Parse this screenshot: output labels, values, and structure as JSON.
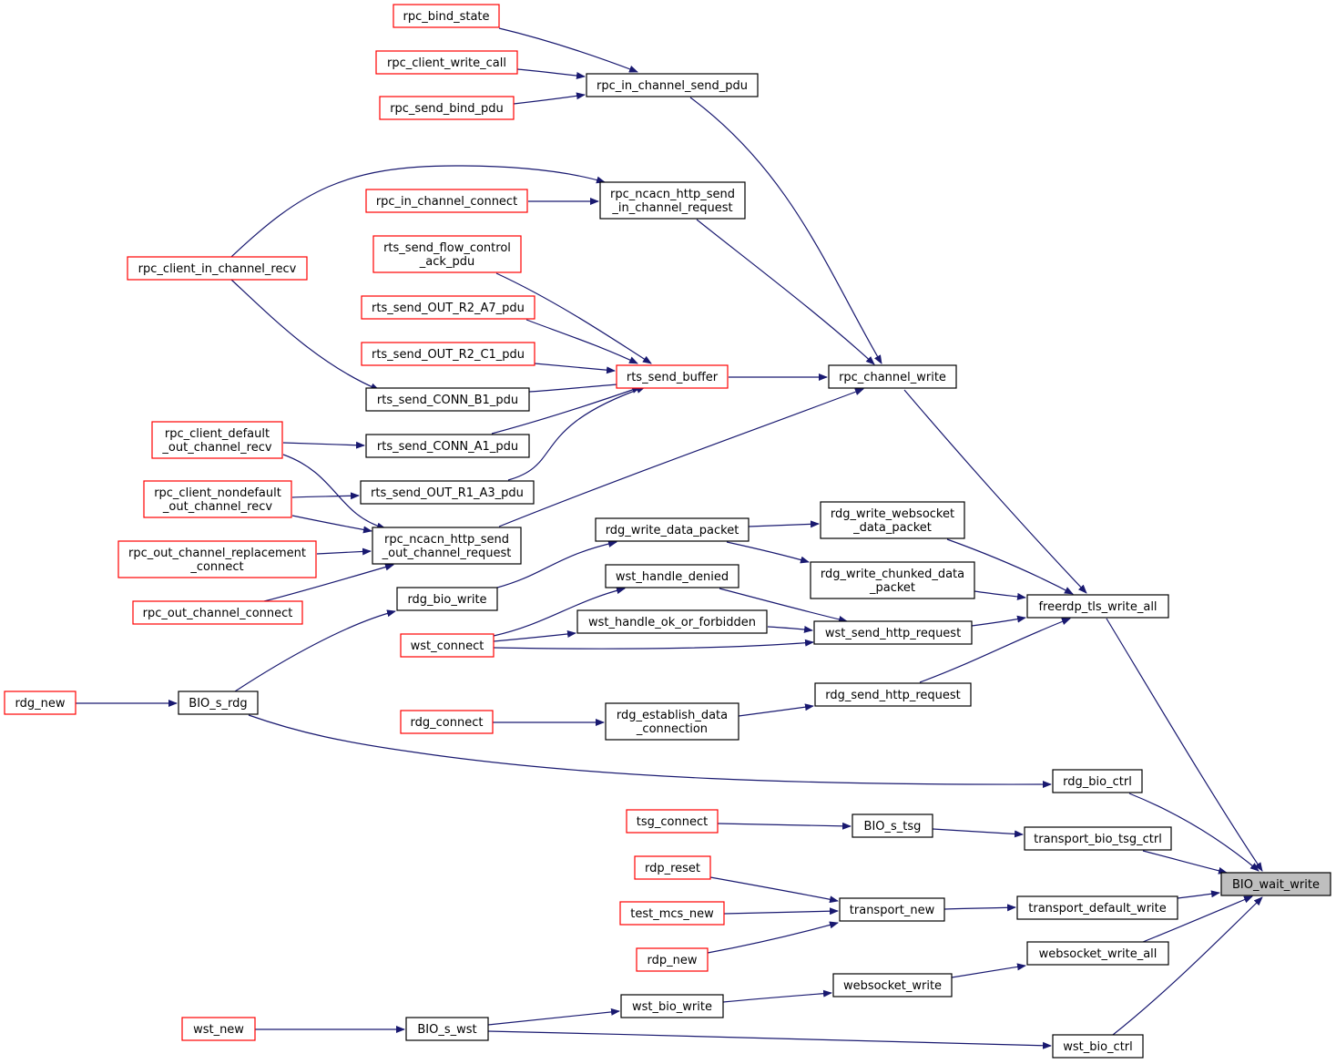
{
  "colors": {
    "edge": "#191970",
    "border_normal": "#000000",
    "border_truncated": "#ff0000",
    "highlight_fill": "#bfbfbf",
    "node_fill": "#ffffff"
  },
  "nodes": [
    {
      "id": "rpc_bind_state",
      "lines": [
        "rpc_bind_state"
      ],
      "style": "truncated"
    },
    {
      "id": "rpc_client_write_call",
      "lines": [
        "rpc_client_write_call"
      ],
      "style": "truncated"
    },
    {
      "id": "rpc_send_bind_pdu",
      "lines": [
        "rpc_send_bind_pdu"
      ],
      "style": "truncated"
    },
    {
      "id": "rpc_in_channel_send_pdu",
      "lines": [
        "rpc_in_channel_send_pdu"
      ],
      "style": "normal"
    },
    {
      "id": "rpc_in_channel_connect",
      "lines": [
        "rpc_in_channel_connect"
      ],
      "style": "truncated"
    },
    {
      "id": "rpc_ncacn_http_send_in_channel_request",
      "lines": [
        "rpc_ncacn_http_send",
        "_in_channel_request"
      ],
      "style": "normal"
    },
    {
      "id": "rpc_client_in_channel_recv",
      "lines": [
        "rpc_client_in_channel_recv"
      ],
      "style": "truncated"
    },
    {
      "id": "rts_send_flow_control_ack_pdu",
      "lines": [
        "rts_send_flow_control",
        "_ack_pdu"
      ],
      "style": "truncated"
    },
    {
      "id": "rts_send_OUT_R2_A7_pdu",
      "lines": [
        "rts_send_OUT_R2_A7_pdu"
      ],
      "style": "truncated"
    },
    {
      "id": "rts_send_OUT_R2_C1_pdu",
      "lines": [
        "rts_send_OUT_R2_C1_pdu"
      ],
      "style": "truncated"
    },
    {
      "id": "rts_send_buffer",
      "lines": [
        "rts_send_buffer"
      ],
      "style": "truncated"
    },
    {
      "id": "rpc_channel_write",
      "lines": [
        "rpc_channel_write"
      ],
      "style": "normal"
    },
    {
      "id": "rts_send_CONN_B1_pdu",
      "lines": [
        "rts_send_CONN_B1_pdu"
      ],
      "style": "normal"
    },
    {
      "id": "rpc_client_default_out_channel_recv",
      "lines": [
        "rpc_client_default",
        "_out_channel_recv"
      ],
      "style": "truncated"
    },
    {
      "id": "rts_send_CONN_A1_pdu",
      "lines": [
        "rts_send_CONN_A1_pdu"
      ],
      "style": "normal"
    },
    {
      "id": "rpc_client_nondefault_out_channel_recv",
      "lines": [
        "rpc_client_nondefault",
        "_out_channel_recv"
      ],
      "style": "truncated"
    },
    {
      "id": "rts_send_OUT_R1_A3_pdu",
      "lines": [
        "rts_send_OUT_R1_A3_pdu"
      ],
      "style": "normal"
    },
    {
      "id": "rpc_out_channel_replacement_connect",
      "lines": [
        "rpc_out_channel_replacement",
        "_connect"
      ],
      "style": "truncated"
    },
    {
      "id": "rpc_ncacn_http_send_out_channel_request",
      "lines": [
        "rpc_ncacn_http_send",
        "_out_channel_request"
      ],
      "style": "normal"
    },
    {
      "id": "rpc_out_channel_connect",
      "lines": [
        "rpc_out_channel_connect"
      ],
      "style": "truncated"
    },
    {
      "id": "rdg_write_data_packet",
      "lines": [
        "rdg_write_data_packet"
      ],
      "style": "normal"
    },
    {
      "id": "rdg_write_websocket_data_packet",
      "lines": [
        "rdg_write_websocket",
        "_data_packet"
      ],
      "style": "normal"
    },
    {
      "id": "rdg_write_chunked_data_packet",
      "lines": [
        "rdg_write_chunked_data",
        "_packet"
      ],
      "style": "normal"
    },
    {
      "id": "wst_handle_denied",
      "lines": [
        "wst_handle_denied"
      ],
      "style": "normal"
    },
    {
      "id": "rdg_bio_write",
      "lines": [
        "rdg_bio_write"
      ],
      "style": "normal"
    },
    {
      "id": "freerdp_tls_write_all",
      "lines": [
        "freerdp_tls_write_all"
      ],
      "style": "normal"
    },
    {
      "id": "wst_handle_ok_or_forbidden",
      "lines": [
        "wst_handle_ok_or_forbidden"
      ],
      "style": "normal"
    },
    {
      "id": "wst_send_http_request",
      "lines": [
        "wst_send_http_request"
      ],
      "style": "normal"
    },
    {
      "id": "wst_connect",
      "lines": [
        "wst_connect"
      ],
      "style": "truncated"
    },
    {
      "id": "rdg_send_http_request",
      "lines": [
        "rdg_send_http_request"
      ],
      "style": "normal"
    },
    {
      "id": "rdg_new",
      "lines": [
        "rdg_new"
      ],
      "style": "truncated"
    },
    {
      "id": "BIO_s_rdg",
      "lines": [
        "BIO_s_rdg"
      ],
      "style": "normal"
    },
    {
      "id": "rdg_establish_data_connection",
      "lines": [
        "rdg_establish_data",
        "_connection"
      ],
      "style": "normal"
    },
    {
      "id": "rdg_connect",
      "lines": [
        "rdg_connect"
      ],
      "style": "truncated"
    },
    {
      "id": "rdg_bio_ctrl",
      "lines": [
        "rdg_bio_ctrl"
      ],
      "style": "normal"
    },
    {
      "id": "tsg_connect",
      "lines": [
        "tsg_connect"
      ],
      "style": "truncated"
    },
    {
      "id": "BIO_s_tsg",
      "lines": [
        "BIO_s_tsg"
      ],
      "style": "normal"
    },
    {
      "id": "transport_bio_tsg_ctrl",
      "lines": [
        "transport_bio_tsg_ctrl"
      ],
      "style": "normal"
    },
    {
      "id": "rdp_reset",
      "lines": [
        "rdp_reset"
      ],
      "style": "truncated"
    },
    {
      "id": "BIO_wait_write",
      "lines": [
        "BIO_wait_write"
      ],
      "style": "highlight"
    },
    {
      "id": "test_mcs_new",
      "lines": [
        "test_mcs_new"
      ],
      "style": "truncated"
    },
    {
      "id": "transport_new",
      "lines": [
        "transport_new"
      ],
      "style": "normal"
    },
    {
      "id": "transport_default_write",
      "lines": [
        "transport_default_write"
      ],
      "style": "normal"
    },
    {
      "id": "rdp_new",
      "lines": [
        "rdp_new"
      ],
      "style": "truncated"
    },
    {
      "id": "websocket_write_all",
      "lines": [
        "websocket_write_all"
      ],
      "style": "normal"
    },
    {
      "id": "websocket_write",
      "lines": [
        "websocket_write"
      ],
      "style": "normal"
    },
    {
      "id": "wst_bio_write",
      "lines": [
        "wst_bio_write"
      ],
      "style": "normal"
    },
    {
      "id": "wst_new",
      "lines": [
        "wst_new"
      ],
      "style": "truncated"
    },
    {
      "id": "BIO_s_wst",
      "lines": [
        "BIO_s_wst"
      ],
      "style": "normal"
    },
    {
      "id": "wst_bio_ctrl",
      "lines": [
        "wst_bio_ctrl"
      ],
      "style": "normal"
    }
  ],
  "edges": [
    {
      "from": "rpc_bind_state",
      "to": "rpc_in_channel_send_pdu"
    },
    {
      "from": "rpc_client_write_call",
      "to": "rpc_in_channel_send_pdu"
    },
    {
      "from": "rpc_send_bind_pdu",
      "to": "rpc_in_channel_send_pdu"
    },
    {
      "from": "rpc_in_channel_send_pdu",
      "to": "rpc_channel_write"
    },
    {
      "from": "rpc_in_channel_connect",
      "to": "rpc_ncacn_http_send_in_channel_request"
    },
    {
      "from": "rpc_client_in_channel_recv",
      "to": "rpc_ncacn_http_send_in_channel_request"
    },
    {
      "from": "rpc_client_in_channel_recv",
      "to": "rts_send_CONN_B1_pdu"
    },
    {
      "from": "rpc_ncacn_http_send_in_channel_request",
      "to": "rpc_channel_write"
    },
    {
      "from": "rts_send_flow_control_ack_pdu",
      "to": "rts_send_buffer"
    },
    {
      "from": "rts_send_OUT_R2_A7_pdu",
      "to": "rts_send_buffer"
    },
    {
      "from": "rts_send_OUT_R2_C1_pdu",
      "to": "rts_send_buffer"
    },
    {
      "from": "rts_send_CONN_B1_pdu",
      "to": "rts_send_buffer"
    },
    {
      "from": "rts_send_CONN_A1_pdu",
      "to": "rts_send_buffer"
    },
    {
      "from": "rts_send_OUT_R1_A3_pdu",
      "to": "rts_send_buffer"
    },
    {
      "from": "rts_send_buffer",
      "to": "rpc_channel_write"
    },
    {
      "from": "rpc_client_default_out_channel_recv",
      "to": "rts_send_CONN_A1_pdu"
    },
    {
      "from": "rpc_client_default_out_channel_recv",
      "to": "rpc_ncacn_http_send_out_channel_request"
    },
    {
      "from": "rpc_client_nondefault_out_channel_recv",
      "to": "rts_send_OUT_R1_A3_pdu"
    },
    {
      "from": "rpc_client_nondefault_out_channel_recv",
      "to": "rpc_ncacn_http_send_out_channel_request"
    },
    {
      "from": "rpc_out_channel_replacement_connect",
      "to": "rpc_ncacn_http_send_out_channel_request"
    },
    {
      "from": "rpc_out_channel_connect",
      "to": "rpc_ncacn_http_send_out_channel_request"
    },
    {
      "from": "rpc_ncacn_http_send_out_channel_request",
      "to": "rpc_channel_write"
    },
    {
      "from": "rpc_channel_write",
      "to": "freerdp_tls_write_all"
    },
    {
      "from": "rdg_write_data_packet",
      "to": "rdg_write_websocket_data_packet"
    },
    {
      "from": "rdg_write_data_packet",
      "to": "rdg_write_chunked_data_packet"
    },
    {
      "from": "rdg_bio_write",
      "to": "rdg_write_data_packet"
    },
    {
      "from": "rdg_write_websocket_data_packet",
      "to": "freerdp_tls_write_all"
    },
    {
      "from": "rdg_write_chunked_data_packet",
      "to": "freerdp_tls_write_all"
    },
    {
      "from": "wst_handle_denied",
      "to": "wst_send_http_request"
    },
    {
      "from": "wst_handle_ok_or_forbidden",
      "to": "wst_send_http_request"
    },
    {
      "from": "wst_connect",
      "to": "wst_handle_denied"
    },
    {
      "from": "wst_connect",
      "to": "wst_handle_ok_or_forbidden"
    },
    {
      "from": "wst_connect",
      "to": "wst_send_http_request"
    },
    {
      "from": "wst_send_http_request",
      "to": "freerdp_tls_write_all"
    },
    {
      "from": "rdg_send_http_request",
      "to": "freerdp_tls_write_all"
    },
    {
      "from": "freerdp_tls_write_all",
      "to": "BIO_wait_write"
    },
    {
      "from": "BIO_s_rdg",
      "to": "rdg_bio_write"
    },
    {
      "from": "BIO_s_rdg",
      "to": "rdg_bio_ctrl"
    },
    {
      "from": "rdg_new",
      "to": "BIO_s_rdg"
    },
    {
      "from": "rdg_connect",
      "to": "rdg_establish_data_connection"
    },
    {
      "from": "rdg_establish_data_connection",
      "to": "rdg_send_http_request"
    },
    {
      "from": "rdg_bio_ctrl",
      "to": "BIO_wait_write"
    },
    {
      "from": "tsg_connect",
      "to": "BIO_s_tsg"
    },
    {
      "from": "BIO_s_tsg",
      "to": "transport_bio_tsg_ctrl"
    },
    {
      "from": "transport_bio_tsg_ctrl",
      "to": "BIO_wait_write"
    },
    {
      "from": "rdp_reset",
      "to": "transport_new"
    },
    {
      "from": "test_mcs_new",
      "to": "transport_new"
    },
    {
      "from": "rdp_new",
      "to": "transport_new"
    },
    {
      "from": "transport_new",
      "to": "transport_default_write"
    },
    {
      "from": "transport_default_write",
      "to": "BIO_wait_write"
    },
    {
      "from": "websocket_write_all",
      "to": "BIO_wait_write"
    },
    {
      "from": "websocket_write",
      "to": "websocket_write_all"
    },
    {
      "from": "wst_bio_write",
      "to": "websocket_write"
    },
    {
      "from": "BIO_s_wst",
      "to": "wst_bio_write"
    },
    {
      "from": "BIO_s_wst",
      "to": "wst_bio_ctrl"
    },
    {
      "from": "wst_new",
      "to": "BIO_s_wst"
    },
    {
      "from": "wst_bio_ctrl",
      "to": "BIO_wait_write"
    }
  ]
}
